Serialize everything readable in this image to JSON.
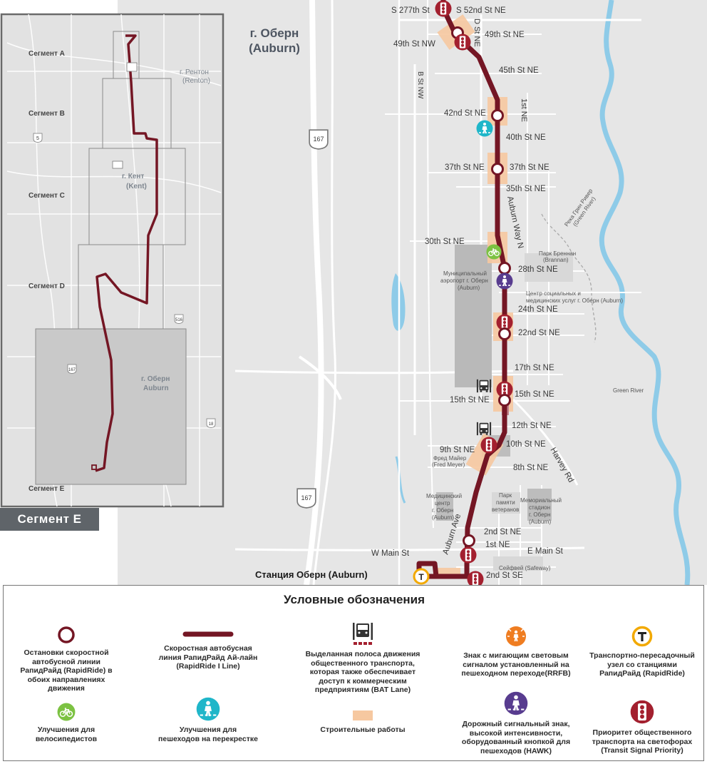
{
  "map": {
    "city_title_ru": "г. Оберн",
    "city_title_en": "(Auburn)",
    "station_label": "Станция Оберн (Auburn)",
    "segment_badge": "Сегмент E",
    "streets": {
      "s277": "S 277th St",
      "s52": "S 52nd St NE",
      "dst": "D St NE",
      "n49": "49th St NE",
      "nw49": "49th St NW",
      "bst": "B St NW",
      "n45": "45th St NE",
      "first": "1st NE",
      "n42": "42nd St NE",
      "n40": "40th St NE",
      "w37": "37th St NE",
      "e37": "37th St NE",
      "n35": "35th St NE",
      "auburnway": "Auburn Way N",
      "n30": "30th St NE",
      "n28": "28th St NE",
      "n24": "24th St NE",
      "n22": "22nd St NE",
      "n17": "17th St NE",
      "w15": "15th St NE",
      "e15": "15th St NE",
      "n12": "12th St NE",
      "n10": "10th St NE",
      "n9": "9th St NE",
      "n8": "8th St NE",
      "harvey": "Harvey Rd",
      "auburnave": "Auburn Ave",
      "n2": "2nd St NE",
      "n1": "1st NE",
      "wmain": "W Main St",
      "emain": "E Main St",
      "se2": "2nd St SE"
    },
    "places": {
      "brannan": "Парк Бреннан",
      "brannan_en": "(Brannan)",
      "airport1": "Муниципальный",
      "airport2": "аэропорт г. Оберн",
      "airport3": "(Auburn)",
      "center1": "Центр социальных и",
      "center2": "медицинских услуг г. Оберн (Auburn)",
      "fred1": "Фред Майер",
      "fred2": "(Fred Meyer)",
      "med1": "Медицинский",
      "med2": "центр",
      "med3": "г. Оберн",
      "med4": "(Auburn)",
      "vet1": "Парк",
      "vet2": "памяти",
      "vet3": "ветеранов",
      "mem1": "Мемориальный",
      "mem2": "стадион",
      "mem3": "г. Оберн",
      "mem4": "(Auburn)",
      "safeway": "Сейфвей (Safeway)",
      "greenriver": "Green River",
      "river1": "Река Грин Ривер",
      "river2": "(Green River)"
    },
    "shields": {
      "sr167": "167",
      "sr5": "5",
      "sr516": "516",
      "sr18": "18"
    },
    "overview": {
      "seg_a": "Сегмент A",
      "seg_b": "Сегмент B",
      "seg_c": "Сегмент  C",
      "seg_d": "Сегмент D",
      "seg_e": "Сегмент E",
      "renton1": "г. Рентон",
      "renton2": "(Renton)",
      "kent1": "г. Кент",
      "kent2": "(Kent)",
      "auburn1": "г. Оберн",
      "auburn2": "Auburn"
    }
  },
  "legend": {
    "title": "Условные обозначения",
    "items": [
      {
        "id": "stops",
        "l1": "Остановки скоростной",
        "l2": "автобусной линии",
        "l3": "РапидРайд (RapidRide) в",
        "l4": "обоих направлениях",
        "l5": "движения"
      },
      {
        "id": "line",
        "l1": "Скоростная автобусная",
        "l2": "линия РапидРайд Ай-лайн",
        "l3": "(RapidRide I Line)"
      },
      {
        "id": "bat",
        "l1": "Выделанная полоса движения",
        "l2": "общественного транспорта,",
        "l3": "которая также обеспечивает",
        "l4": "доступ к коммерческим",
        "l5": "предприятиям (BAT Lane)"
      },
      {
        "id": "rrfb",
        "l1": "Знак с мигающим световым",
        "l2": "сигналом установленный на",
        "l3": "пешеходном переходе(RRFB)"
      },
      {
        "id": "hub",
        "l1": "Транспортно-пересадочный",
        "l2": "узел со станциями",
        "l3": "РапидРайд (RapidRide)"
      },
      {
        "id": "bike",
        "l1": "Улучшения для",
        "l2": "велосипедистов"
      },
      {
        "id": "ped",
        "l1": "Улучшения для",
        "l2": "пешеходов на перекрестке"
      },
      {
        "id": "construction",
        "l1": "Строительные работы"
      },
      {
        "id": "hawk",
        "l1": "Дорожный сигнальный знак,",
        "l2": "высокой интенсивности,",
        "l3": "оборудованный кнопкой для",
        "l4": "пешеходов (HAWK)"
      },
      {
        "id": "tsp",
        "l1": "Приоритет общественного",
        "l2": "транспорта на светофорах",
        "l3": "(Transit Signal Priority)"
      }
    ]
  },
  "colors": {
    "route": "#741624",
    "construction": "#f6c8a0",
    "bike": "#7cc242",
    "ped": "#1fb6c9",
    "rrfb": "#ef7d21",
    "hawk": "#583c8f",
    "hub": "#f2a900",
    "tsp": "#a3202f"
  },
  "icons": {
    "signal": "traffic-signal-icon",
    "pedestrian": "pedestrian-icon",
    "bike": "bicycle-icon",
    "bus": "bus-icon",
    "hub": "transit-hub-T-icon"
  }
}
